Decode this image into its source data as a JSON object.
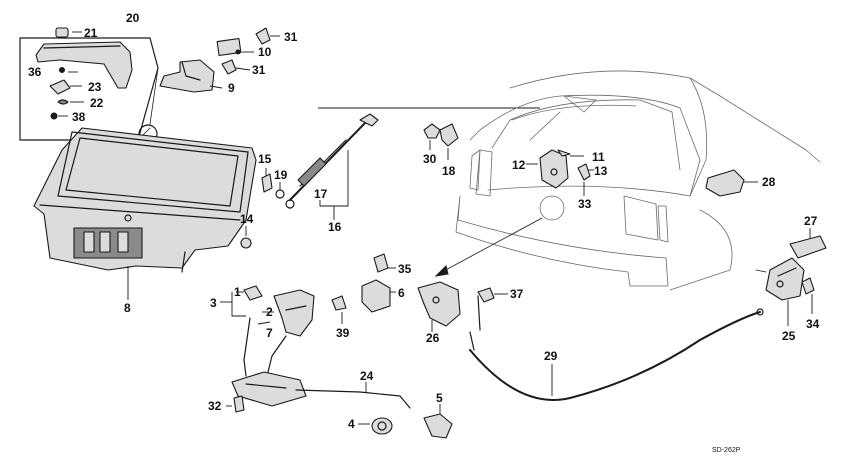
{
  "diagram": {
    "document_code": "SD-262P",
    "callouts": [
      {
        "id": "20",
        "text": "20"
      },
      {
        "id": "21",
        "text": "21"
      },
      {
        "id": "36",
        "text": "36"
      },
      {
        "id": "23",
        "text": "23"
      },
      {
        "id": "22",
        "text": "22"
      },
      {
        "id": "38",
        "text": "38"
      },
      {
        "id": "31a",
        "text": "31"
      },
      {
        "id": "10",
        "text": "10"
      },
      {
        "id": "31b",
        "text": "31"
      },
      {
        "id": "9",
        "text": "9"
      },
      {
        "id": "15",
        "text": "15"
      },
      {
        "id": "19",
        "text": "19"
      },
      {
        "id": "17",
        "text": "17"
      },
      {
        "id": "16",
        "text": "16"
      },
      {
        "id": "14",
        "text": "14"
      },
      {
        "id": "8",
        "text": "8"
      },
      {
        "id": "30",
        "text": "30"
      },
      {
        "id": "18",
        "text": "18"
      },
      {
        "id": "12",
        "text": "12"
      },
      {
        "id": "11",
        "text": "11"
      },
      {
        "id": "13",
        "text": "13"
      },
      {
        "id": "33",
        "text": "33"
      },
      {
        "id": "28",
        "text": "28"
      },
      {
        "id": "27",
        "text": "27"
      },
      {
        "id": "35",
        "text": "35"
      },
      {
        "id": "6",
        "text": "6"
      },
      {
        "id": "37",
        "text": "37"
      },
      {
        "id": "26",
        "text": "26"
      },
      {
        "id": "3",
        "text": "3"
      },
      {
        "id": "1",
        "text": "1"
      },
      {
        "id": "2",
        "text": "2"
      },
      {
        "id": "7",
        "text": "7"
      },
      {
        "id": "39",
        "text": "39"
      },
      {
        "id": "29",
        "text": "29"
      },
      {
        "id": "25",
        "text": "25"
      },
      {
        "id": "34",
        "text": "34"
      },
      {
        "id": "24",
        "text": "24"
      },
      {
        "id": "32",
        "text": "32"
      },
      {
        "id": "5",
        "text": "5"
      },
      {
        "id": "4",
        "text": "4"
      }
    ]
  }
}
